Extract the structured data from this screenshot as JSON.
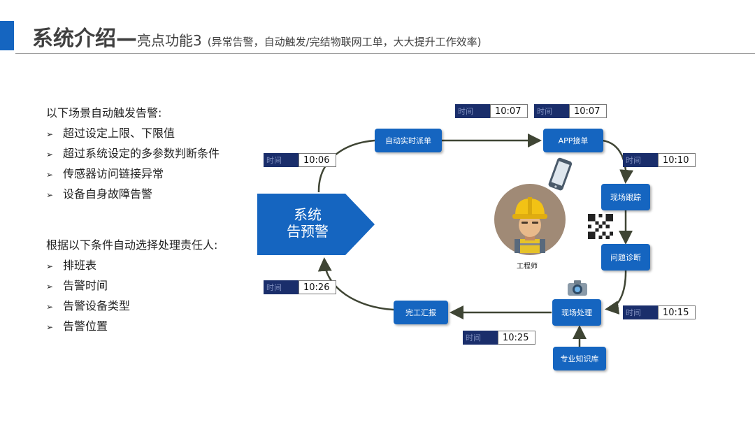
{
  "header": {
    "title_main": "系统介绍—",
    "title_sub": "亮点功能3",
    "title_paren": "(异常告警，自动触发/完结物联网工单，大大提升工作效率)"
  },
  "triggers": {
    "heading": "以下场景自动触发告警:",
    "marker": "➢",
    "items": [
      "超过设定上限、下限值",
      "超过系统设定的多参数判断条件",
      "传感器访问链接异常",
      "设备自身故障告警"
    ]
  },
  "assign": {
    "heading": "根据以下条件自动选择处理责任人:",
    "marker": "➢",
    "items": [
      "排班表",
      "告警时间",
      "告警设备类型",
      "告警位置"
    ]
  },
  "diagram": {
    "center_lines": [
      "系统",
      "告预警"
    ],
    "nodes": {
      "dispatch": "自动实时派单",
      "app": "APP接单",
      "track": "现场跟踪",
      "diagnose": "问题诊断",
      "handle": "现场处理",
      "report": "完工汇报",
      "knowledge": "专业知识库"
    },
    "engineer_label": "工程师",
    "time_label": "时间",
    "times": {
      "t1006": "10:06",
      "t1007a": "10:07",
      "t1007b": "10:07",
      "t1010": "10:10",
      "t1015": "10:15",
      "t1025": "10:25",
      "t1026": "10:26"
    }
  },
  "colors": {
    "accent": "#1565c0",
    "time_label_bg": "#1a2e6b",
    "arrow": "#3f4534"
  }
}
